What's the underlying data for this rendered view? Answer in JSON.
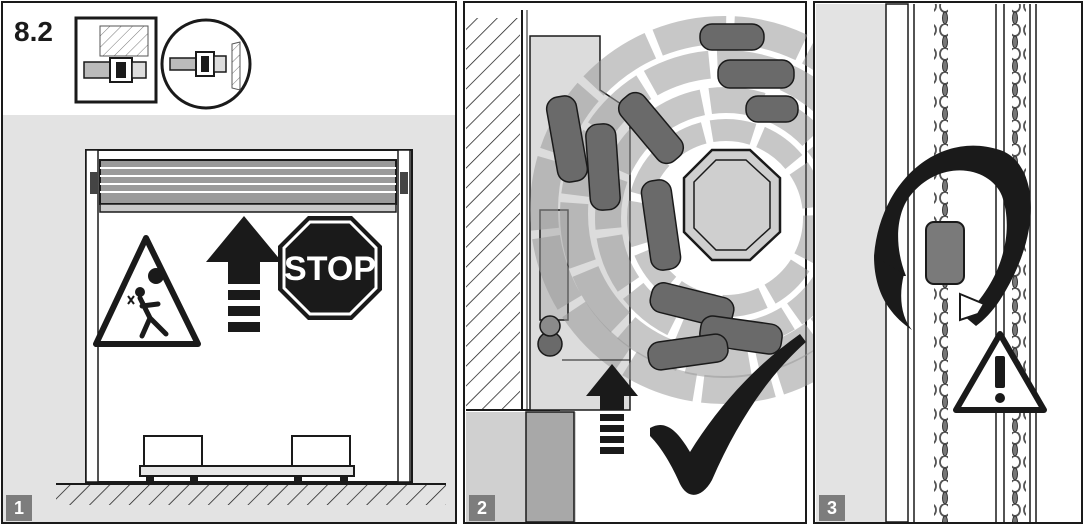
{
  "section": {
    "number": "8.2"
  },
  "panels": [
    {
      "step": "1",
      "sign_text": "STOP"
    },
    {
      "step": "2"
    },
    {
      "step": "3"
    }
  ],
  "colors": {
    "background_gray": "#e3e3e3",
    "line": "#1a1a1a",
    "chain_link": "#7a7a7a",
    "dark_part": "#6a6a6a",
    "stop_red_shown_as": "#1a1a1a"
  },
  "icons": [
    "wall-mount-icon",
    "ceiling-mount-icon",
    "warning-person-icon",
    "stop-sign-icon",
    "arrow-up-icon",
    "check-mark-icon",
    "rotation-arrow-icon",
    "warning-exclamation-icon"
  ]
}
